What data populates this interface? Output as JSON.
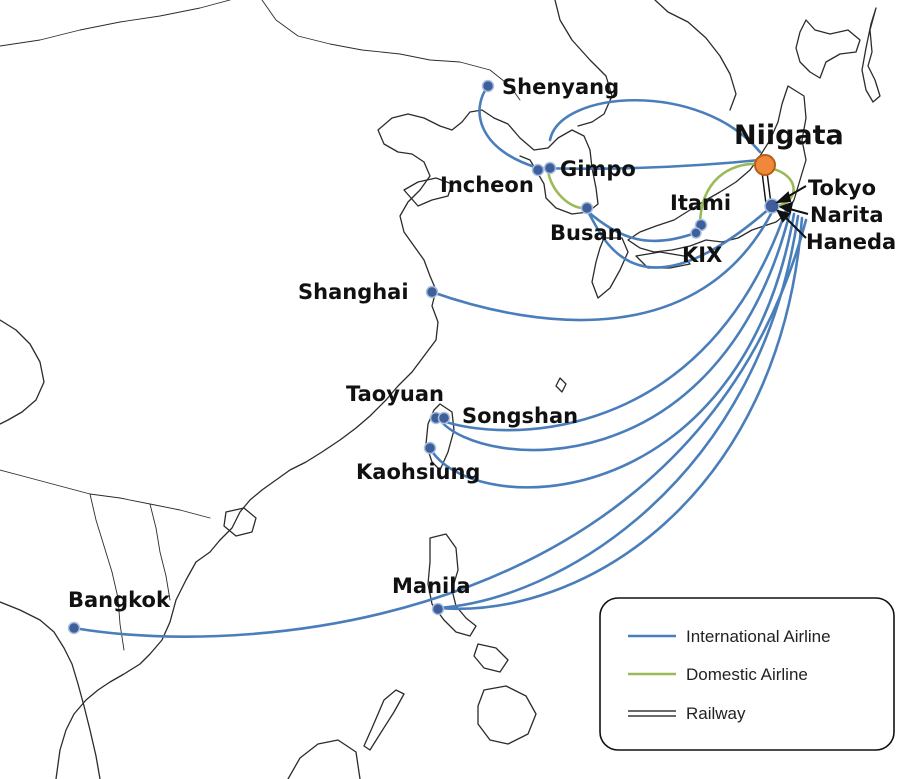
{
  "hub": {
    "name": "Niigata",
    "color": "#f0883c"
  },
  "cities": {
    "shenyang": "Shenyang",
    "gimpo": "Gimpo",
    "incheon": "Incheon",
    "busan": "Busan",
    "itami": "Itami",
    "kix": "KIX",
    "tokyo": "Tokyo",
    "narita": "Narita",
    "haneda": "Haneda",
    "shanghai": "Shanghai",
    "taoyuan": "Taoyuan",
    "songshan": "Songshan",
    "kaohsiung": "Kaohsiung",
    "manila": "Manila",
    "bangkok": "Bangkok"
  },
  "legend": {
    "international": "International Airline",
    "domestic": "Domestic Airline",
    "railway": "Railway"
  },
  "colors": {
    "international": "#4a7ebb",
    "domestic": "#9bbb59",
    "city_dot": "#3f5f9a",
    "coastline": "#2b2b2b"
  }
}
